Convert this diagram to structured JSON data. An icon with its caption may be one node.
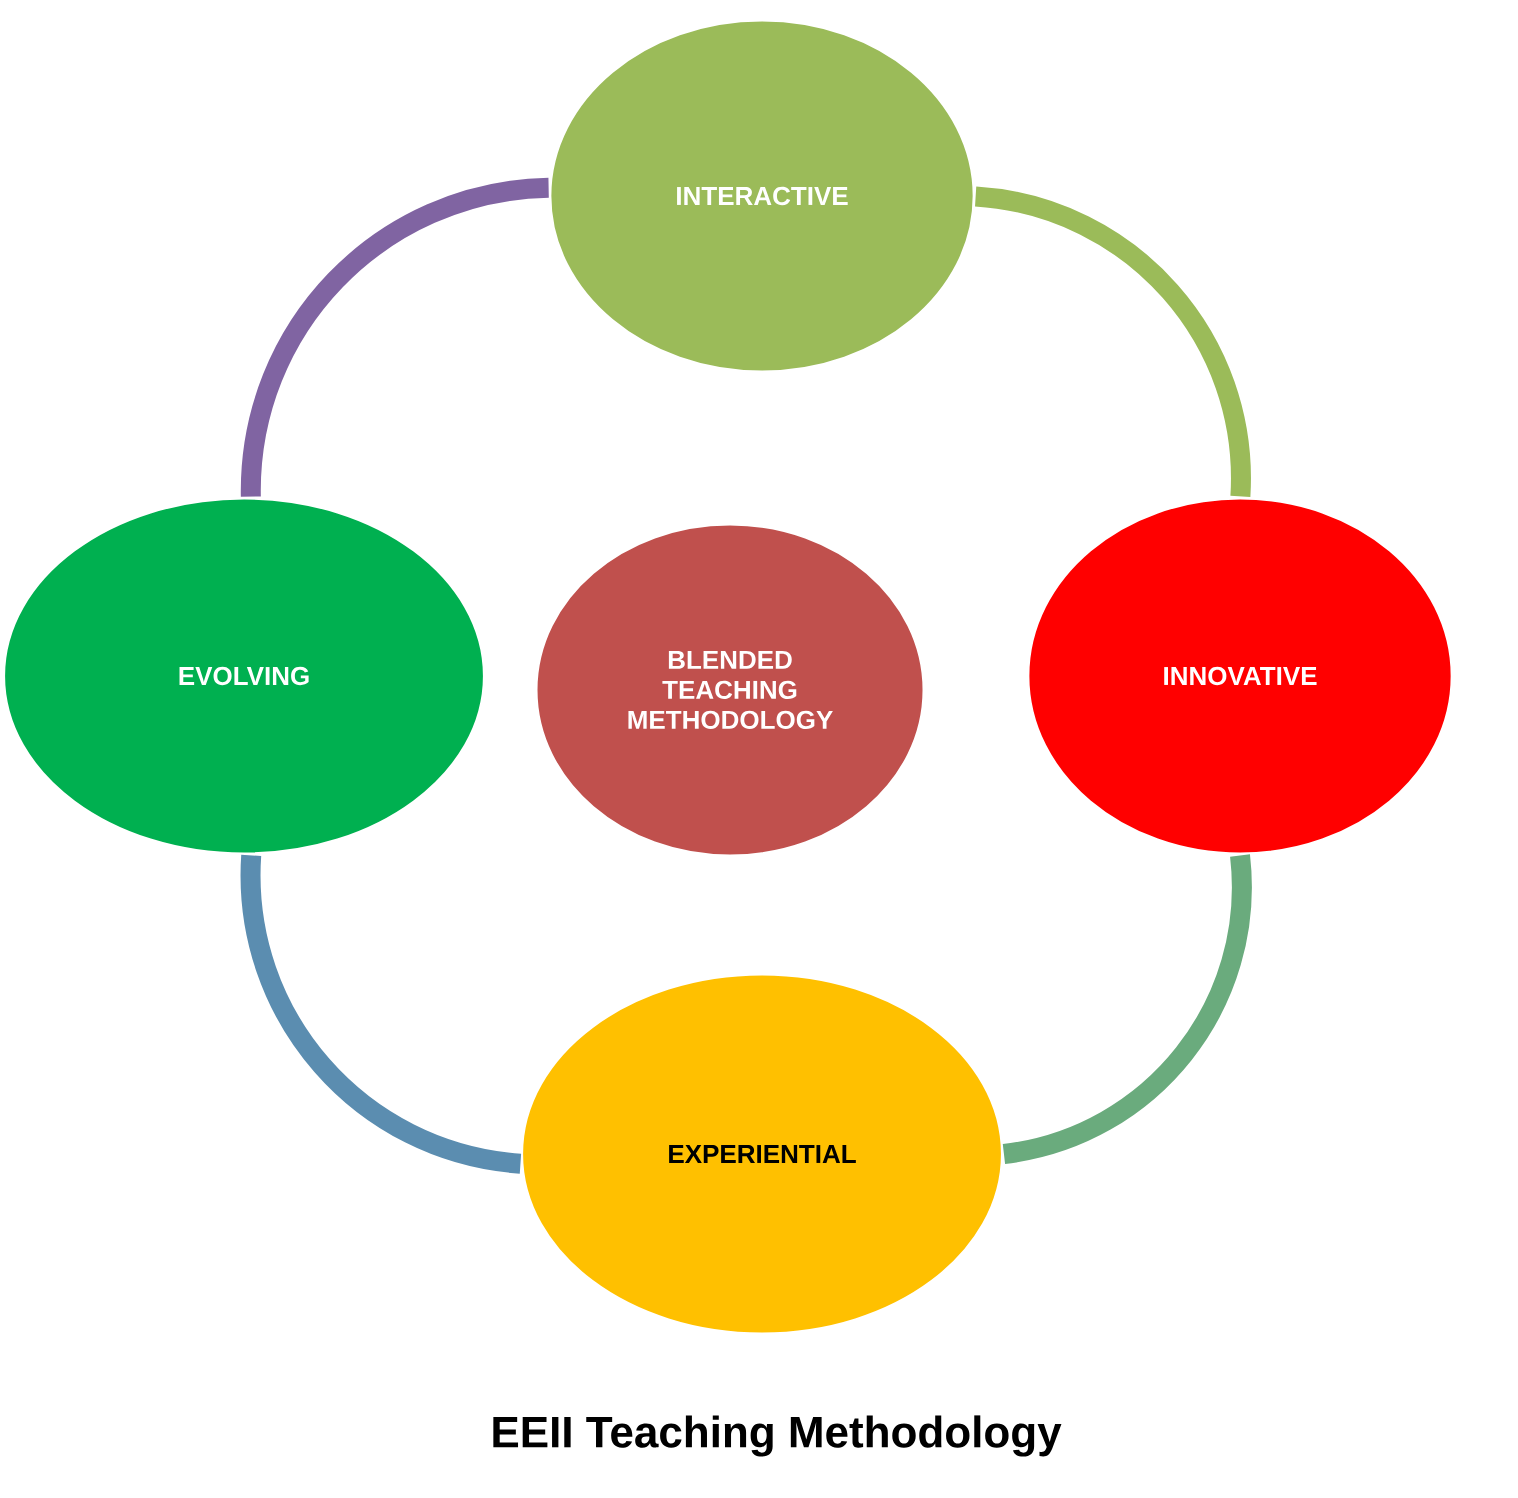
{
  "diagram": {
    "caption": "EEII Teaching Methodology",
    "nodes": [
      {
        "text": [
          "INTERACTIVE"
        ]
      },
      {
        "text": [
          "EVOLVING"
        ]
      },
      {
        "text": [
          "BLENDED TEACHING METHODOLOGY"
        ]
      },
      {
        "text": [
          "INNOVATIVE"
        ]
      },
      {
        "text": [
          "EXPERIENTIAL"
        ]
      }
    ],
    "edges": [
      {
        "from": 0,
        "to": 3,
        "arrow": "none",
        "color": "#9bbb59"
      },
      {
        "from": 3,
        "to": 4,
        "arrow": "none",
        "color": "#6aab7d"
      },
      {
        "from": 4,
        "to": 1,
        "arrow": "none",
        "color": "#5b8db0"
      },
      {
        "from": 1,
        "to": 0,
        "arrow": "none",
        "color": "#8064a2"
      }
    ]
  }
}
